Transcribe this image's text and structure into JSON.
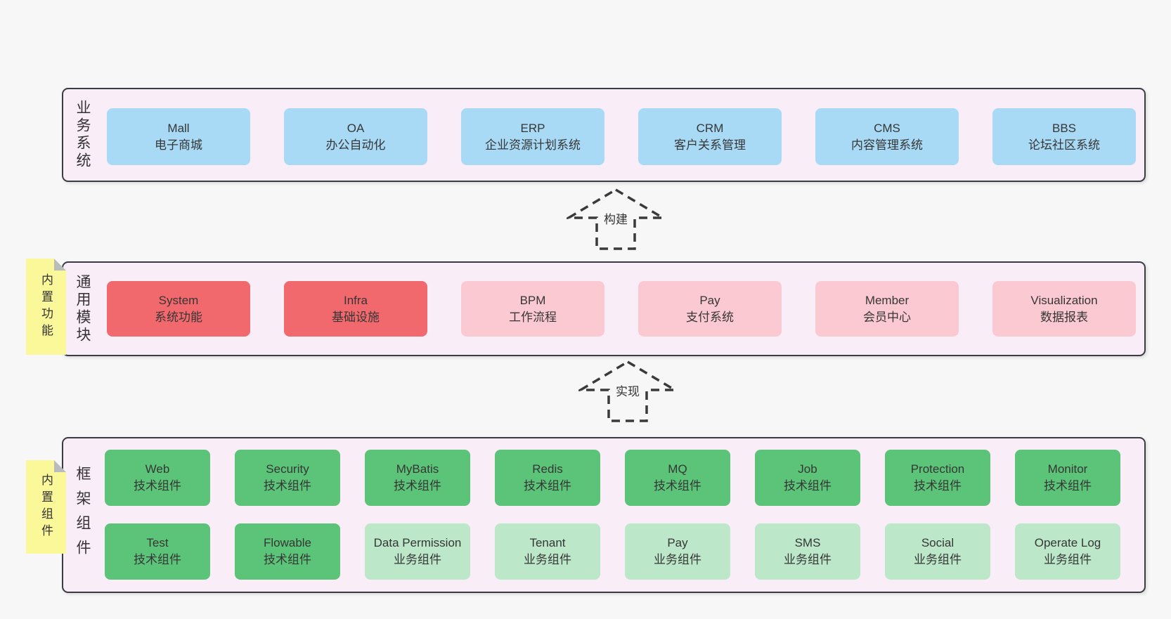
{
  "colors": {
    "page_bg": "#f7f7f7",
    "layer_bg": "#f9edf7",
    "border": "#3b3b44",
    "text": "#333333",
    "box_blue": "#a9daf5",
    "box_red": "#f2696d",
    "box_pink": "#fbc9d2",
    "box_green": "#5cc478",
    "box_green_light": "#bce7c9",
    "note_yellow": "#fbf89a",
    "note_fold_gray": "#b9bcbe"
  },
  "arrows": [
    {
      "label": "构建"
    },
    {
      "label": "实现"
    }
  ],
  "layers": [
    {
      "label": "业务系统",
      "boxes": [
        {
          "name": "Mall",
          "subtitle": "电子商城"
        },
        {
          "name": "OA",
          "subtitle": "办公自动化"
        },
        {
          "name": "ERP",
          "subtitle": "企业资源计划系统"
        },
        {
          "name": "CRM",
          "subtitle": "客户关系管理"
        },
        {
          "name": "CMS",
          "subtitle": "内容管理系统"
        },
        {
          "name": "BBS",
          "subtitle": "论坛社区系统"
        }
      ]
    },
    {
      "label": "通用模块",
      "note": "内置功能",
      "boxes": [
        {
          "name": "System",
          "subtitle": "系统功能"
        },
        {
          "name": "Infra",
          "subtitle": "基础设施"
        },
        {
          "name": "BPM",
          "subtitle": "工作流程"
        },
        {
          "name": "Pay",
          "subtitle": "支付系统"
        },
        {
          "name": "Member",
          "subtitle": "会员中心"
        },
        {
          "name": "Visualization",
          "subtitle": "数据报表"
        }
      ]
    },
    {
      "label": "框架组件",
      "note": "内置组件",
      "rows": [
        [
          {
            "name": "Web",
            "subtitle": "技术组件"
          },
          {
            "name": "Security",
            "subtitle": "技术组件"
          },
          {
            "name": "MyBatis",
            "subtitle": "技术组件"
          },
          {
            "name": "Redis",
            "subtitle": "技术组件"
          },
          {
            "name": "MQ",
            "subtitle": "技术组件"
          },
          {
            "name": "Job",
            "subtitle": "技术组件"
          },
          {
            "name": "Protection",
            "subtitle": "技术组件"
          },
          {
            "name": "Monitor",
            "subtitle": "技术组件"
          }
        ],
        [
          {
            "name": "Test",
            "subtitle": "技术组件"
          },
          {
            "name": "Flowable",
            "subtitle": "技术组件"
          },
          {
            "name": "Data Permission",
            "subtitle": "业务组件"
          },
          {
            "name": "Tenant",
            "subtitle": "业务组件"
          },
          {
            "name": "Pay",
            "subtitle": "业务组件"
          },
          {
            "name": "SMS",
            "subtitle": "业务组件"
          },
          {
            "name": "Social",
            "subtitle": "业务组件"
          },
          {
            "name": "Operate Log",
            "subtitle": "业务组件"
          }
        ]
      ]
    }
  ]
}
